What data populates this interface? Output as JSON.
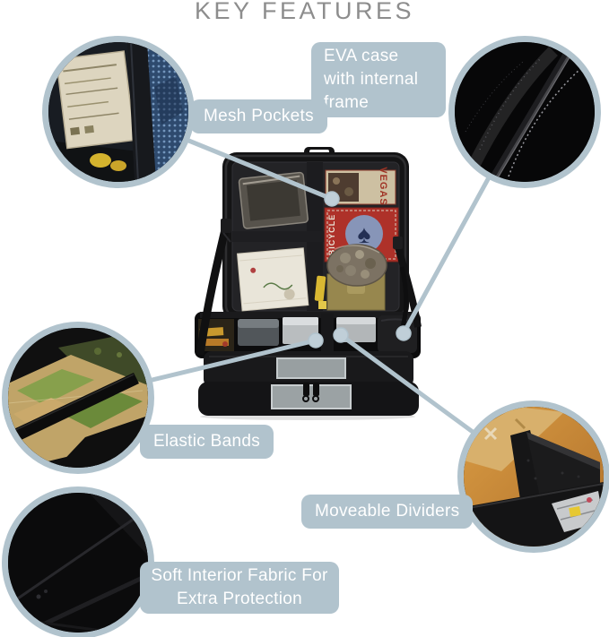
{
  "title": "KEY FEATURES",
  "colors": {
    "background": "#ffffff",
    "accent": "#b1c3cd",
    "accent_light": "#c0cfd8",
    "title_text": "#8d8d8d",
    "label_text": "#ffffff"
  },
  "callouts": {
    "mesh": {
      "label": "Mesh Pockets"
    },
    "eva": {
      "label": "EVA case with internal frame"
    },
    "elastic": {
      "label": "Elastic Bands"
    },
    "dividers": {
      "label": "Moveable Dividers"
    },
    "fabric": {
      "label": "Soft Interior Fabric For Extra Protection"
    }
  },
  "product_photo_text": {
    "card_deck_tan": "VEGAS",
    "card_deck_red": "BICYCLE"
  }
}
